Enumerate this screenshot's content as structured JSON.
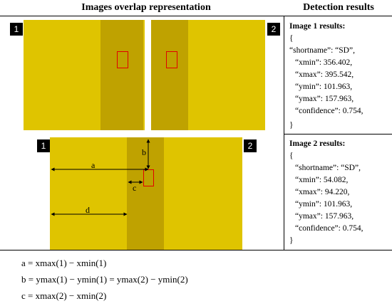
{
  "headers": {
    "left": "Images overlap representation",
    "right": "Detection results"
  },
  "badges": [
    "1",
    "2"
  ],
  "diagram_labels": {
    "a": "a",
    "b": "b",
    "c": "c",
    "d": "d"
  },
  "results": [
    {
      "title": "Image 1 results:",
      "open": "{",
      "lines": [
        "“shortname”: “SD”,",
        "“xmin”: 356.402,",
        "“xmax”: 395.542,",
        "“ymin”: 101.963,",
        "“ymax”: 157.963,",
        "“confidence”: 0.754,"
      ],
      "close": "}"
    },
    {
      "title": "Image 2 results:",
      "open": "{",
      "lines": [
        "“shortname”: “SD”,",
        "“xmin”: 54.082,",
        "“xmax”: 94.220,",
        "“ymin”: 101.963,",
        "“ymax”: 157.963,",
        "“confidence”: 0.754,"
      ],
      "close": "}"
    }
  ],
  "formulas": [
    "a = xmax(1) − xmin(1)",
    "b = ymax(1) − ymin(1) = ymax(2) − ymin(2)",
    "c = xmax(2) − xmin(2)"
  ],
  "colors": {
    "image_fill": "#dfc400",
    "overlap_band": "#bfa200",
    "detection_box": "#e00000"
  }
}
